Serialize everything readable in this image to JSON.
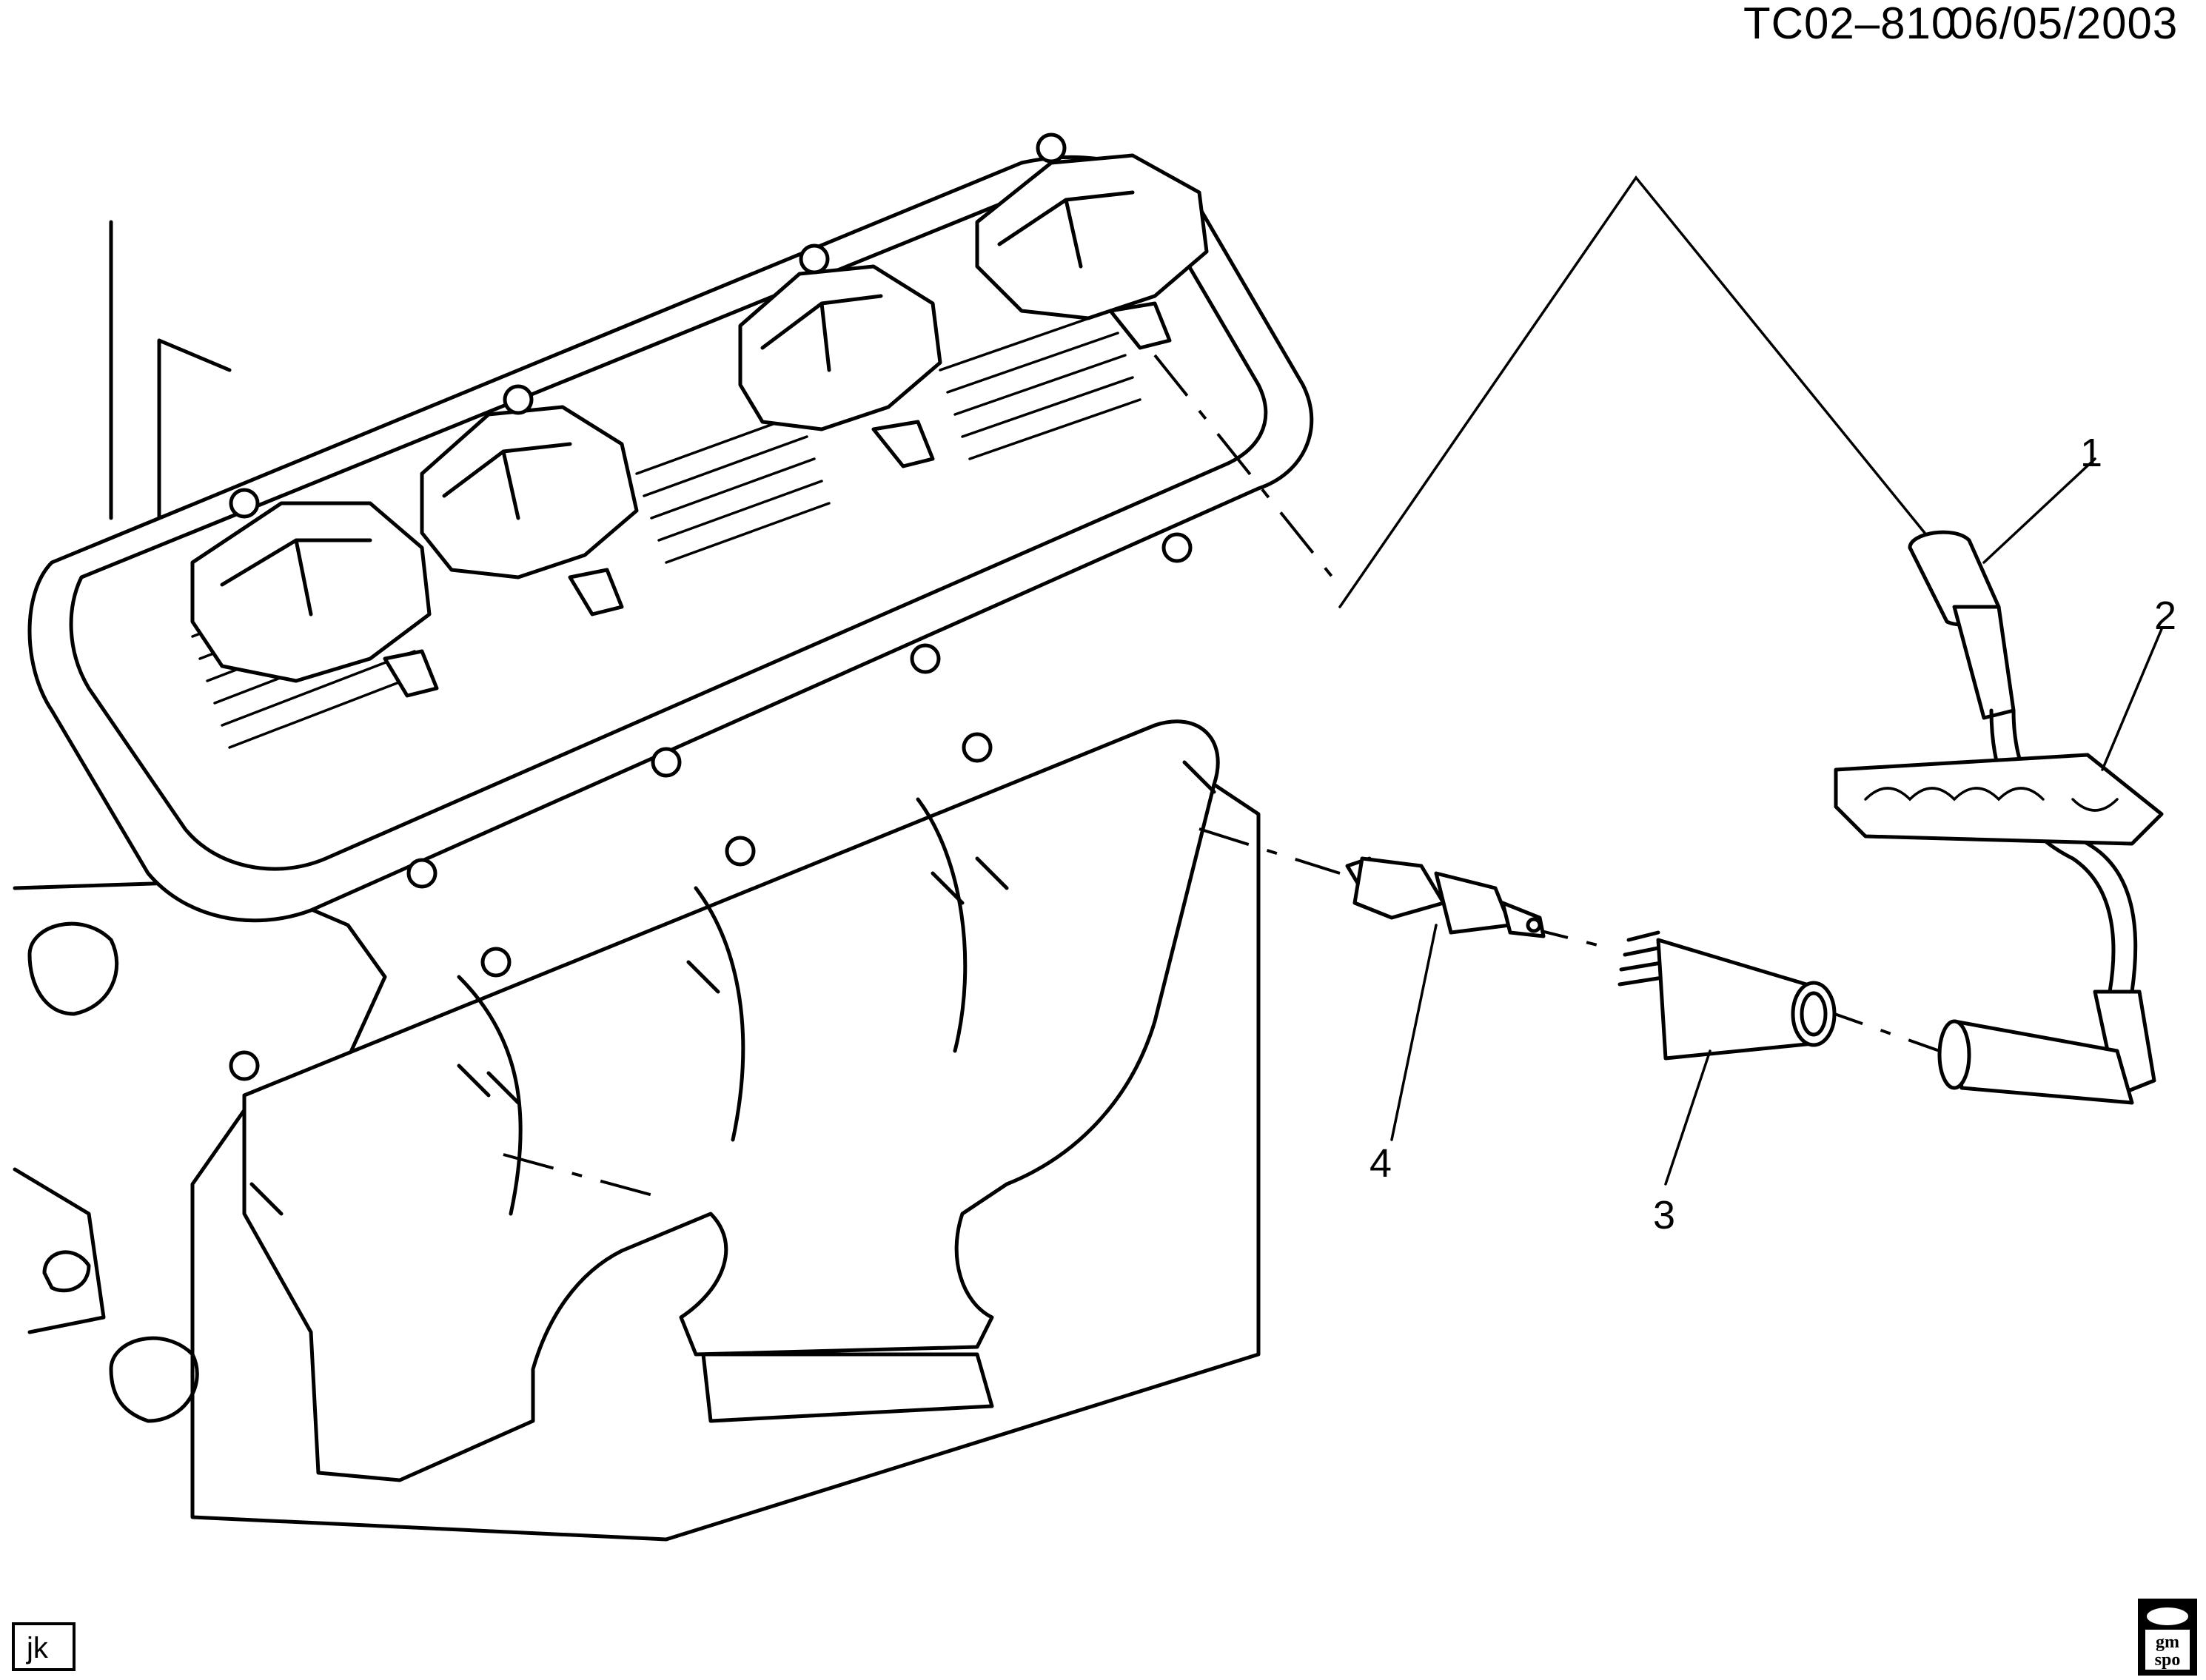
{
  "header": {
    "drawing_number": "TC02–810",
    "date": "06/05/2003"
  },
  "callouts": [
    {
      "id": "1",
      "label": "1",
      "part": "spark plug wire boot"
    },
    {
      "id": "2",
      "label": "2",
      "part": "wire retainer"
    },
    {
      "id": "3",
      "label": "3",
      "part": "spark plug heat shield"
    },
    {
      "id": "4",
      "label": "4",
      "part": "spark plug"
    }
  ],
  "footer": {
    "initials": "jk",
    "logo_top": "gm",
    "logo_bottom": "spo"
  }
}
